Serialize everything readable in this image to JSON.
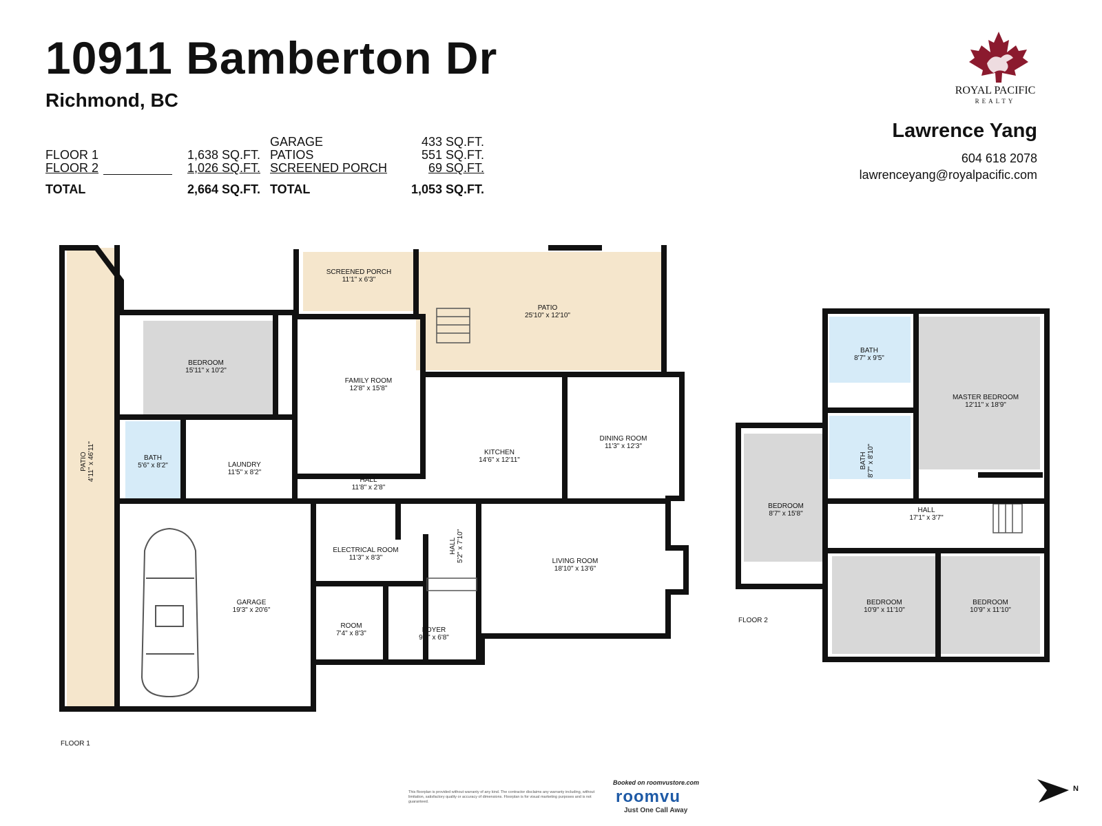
{
  "header": {
    "title": "10911 Bamberton Dr",
    "subtitle": "Richmond, BC"
  },
  "stats": {
    "left": [
      {
        "label": "FLOOR 1",
        "value": "1,638 SQ.FT."
      },
      {
        "label": "FLOOR 2",
        "value": "1,026 SQ.FT."
      },
      {
        "label": "TOTAL",
        "value": "2,664 SQ.FT."
      }
    ],
    "right": [
      {
        "label": "GARAGE",
        "value": "433 SQ.FT."
      },
      {
        "label": "PATIOS",
        "value": "551 SQ.FT."
      },
      {
        "label": "SCREENED PORCH",
        "value": "69 SQ.FT."
      },
      {
        "label": "TOTAL",
        "value": "1,053 SQ.FT."
      }
    ]
  },
  "brand": {
    "name": "ROYAL PACIFIC",
    "sub": "REALTY",
    "logo_color": "#8b1a2e"
  },
  "agent": {
    "name": "Lawrence Yang",
    "phone": "604 618 2078",
    "email": "lawrenceyang@royalpacific.com"
  },
  "floor1": {
    "label": "FLOOR 1",
    "rooms": [
      {
        "name": "PATIO",
        "dims": "4'11\" x 46'11\""
      },
      {
        "name": "BEDROOM",
        "dims": "15'11\" x 10'2\""
      },
      {
        "name": "SCREENED PORCH",
        "dims": "11'1\" x 6'3\""
      },
      {
        "name": "PATIO",
        "dims": "25'10\" x 12'10\""
      },
      {
        "name": "FAMILY ROOM",
        "dims": "12'8\" x 15'8\""
      },
      {
        "name": "KITCHEN",
        "dims": "14'6\" x 12'11\""
      },
      {
        "name": "DINING ROOM",
        "dims": "11'3\" x 12'3\""
      },
      {
        "name": "BATH",
        "dims": "5'6\" x 8'2\""
      },
      {
        "name": "LAUNDRY",
        "dims": "11'5\" x 8'2\""
      },
      {
        "name": "HALL",
        "dims": "11'8\" x 2'8\""
      },
      {
        "name": "ELECTRICAL ROOM",
        "dims": "11'3\" x 8'3\""
      },
      {
        "name": "HALL",
        "dims": "5'2\" x 7'10\""
      },
      {
        "name": "LIVING ROOM",
        "dims": "18'10\" x 13'6\""
      },
      {
        "name": "GARAGE",
        "dims": "19'3\" x 20'6\""
      },
      {
        "name": "ROOM",
        "dims": "7'4\" x 8'3\""
      },
      {
        "name": "FOYER",
        "dims": "9'1\" x 6'8\""
      }
    ]
  },
  "floor2": {
    "label": "FLOOR 2",
    "rooms": [
      {
        "name": "BATH",
        "dims": "8'7\" x 9'5\""
      },
      {
        "name": "MASTER BEDROOM",
        "dims": "12'11\" x 18'9\""
      },
      {
        "name": "BATH",
        "dims": "8'7\" x 8'10\""
      },
      {
        "name": "BEDROOM",
        "dims": "8'7\" x 15'8\""
      },
      {
        "name": "HALL",
        "dims": "17'1\" x 3'7\""
      },
      {
        "name": "BEDROOM",
        "dims": "10'9\" x 11'10\""
      },
      {
        "name": "BEDROOM",
        "dims": "10'9\" x 11'10\""
      }
    ]
  },
  "compass": {
    "label": "N"
  },
  "footer": {
    "disclaimer": "This floorplan is provided without warranty of any kind. The contractor disclaims any warranty including, without limitation, satisfactory quality or accuracy of dimensions. Floorplan is for visual marketing purposes and is not guaranteed.",
    "booked": "Booked on roomvustore.com",
    "brand": "roomvu",
    "tagline": "Just One Call Away"
  },
  "colors": {
    "wall": "#111111",
    "patio": "#f5e6cc",
    "bath": "#d6ebf8",
    "bedroom": "#d8d8d8",
    "room": "#ffffff"
  }
}
